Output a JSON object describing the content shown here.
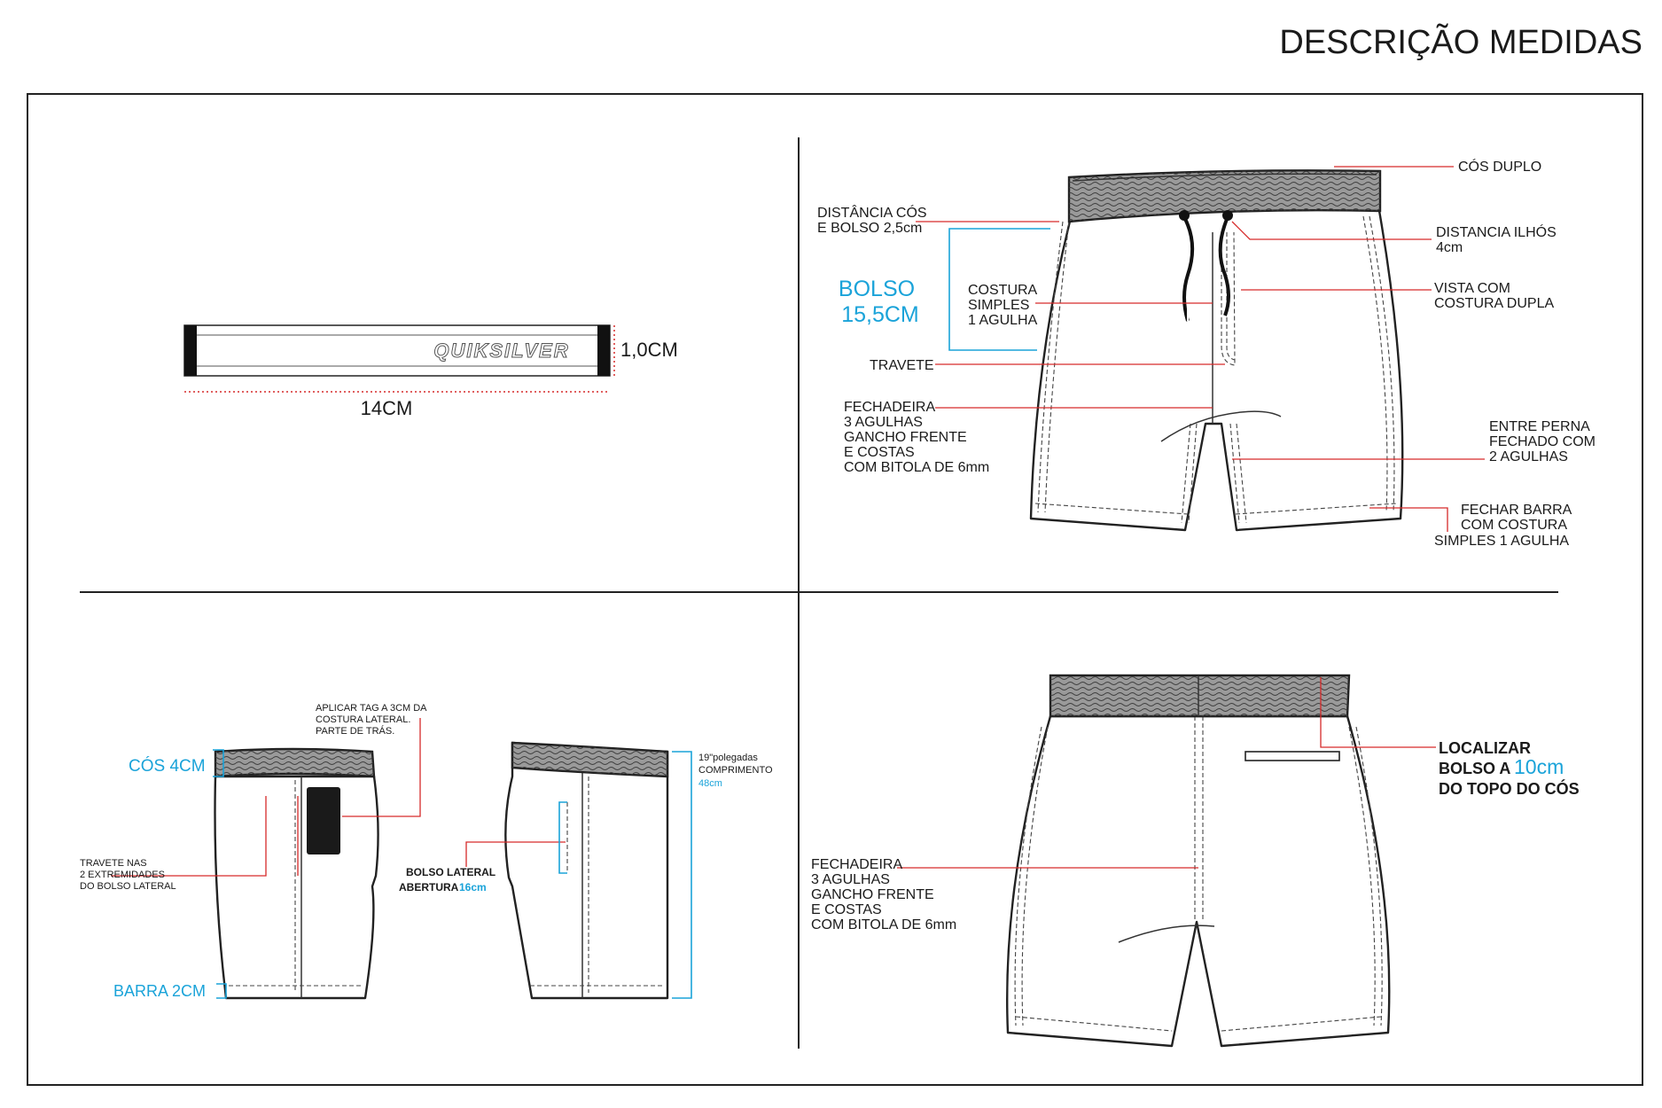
{
  "title": "DESCRIÇÃO MEDIDAS",
  "label_tag": {
    "brand": "QUIKSILVER",
    "height": "1,0CM",
    "width": "14CM"
  },
  "front_view": {
    "cos_duplo": "CÓS DUPLO",
    "distancia_cos_l1": "DISTÂNCIA CÓS",
    "distancia_cos_l2": "E BOLSO 2,5cm",
    "bolso_l1": "BOLSO",
    "bolso_l2": "15,5CM",
    "costura_l1": "COSTURA",
    "costura_l2": "SIMPLES",
    "costura_l3": "1 AGULHA",
    "travete": "TRAVETE",
    "fechadeira_l1": "FECHADEIRA",
    "fechadeira_l2": "3 AGULHAS",
    "fechadeira_l3": "GANCHO FRENTE",
    "fechadeira_l4": "E COSTAS",
    "fechadeira_l5": "COM BITOLA DE 6mm",
    "ilhos_l1": "DISTANCIA ILHÓS",
    "ilhos_l2": "4cm",
    "vista_l1": "VISTA COM",
    "vista_l2": "COSTURA DUPLA",
    "entreperna_l1": "ENTRE PERNA",
    "entreperna_l2": "FECHADO COM",
    "entreperna_l3": "2 AGULHAS",
    "barra_l1": "FECHAR BARRA",
    "barra_l2": "COM COSTURA",
    "barra_l3": "SIMPLES 1 AGULHA"
  },
  "side_view": {
    "tag_l1": "APLICAR TAG A 3CM DA",
    "tag_l2": "COSTURA LATERAL.",
    "tag_l3": "PARTE DE TRÁS.",
    "cos": "CÓS 4CM",
    "travete_l1": "TRAVETE  NAS",
    "travete_l2": "2 EXTREMIDADES",
    "travete_l3": "DO  BOLSO LATERAL",
    "barra": "BARRA 2CM",
    "bolso_l1": "BOLSO  LATERAL",
    "bolso_l2": "ABERTURA",
    "bolso_value": "16cm",
    "comp_l1": "19\"polegadas",
    "comp_l2": "COMPRIMENTO",
    "comp_l3": "48cm"
  },
  "back_view": {
    "localizar_l1": "LOCALIZAR",
    "localizar_l2": "BOLSO A",
    "localizar_value": "10cm",
    "localizar_l3": "DO TOPO DO CÓS",
    "fechadeira_l1": "FECHADEIRA",
    "fechadeira_l2": "3 AGULHAS",
    "fechadeira_l3": "GANCHO FRENTE",
    "fechadeira_l4": "E COSTAS",
    "fechadeira_l5": "COM BITOLA DE 6mm"
  },
  "colors": {
    "accent_blue": "#1aa3d9",
    "leader_red": "#d62a2a",
    "waistband_gray": "#9a9a9a"
  }
}
